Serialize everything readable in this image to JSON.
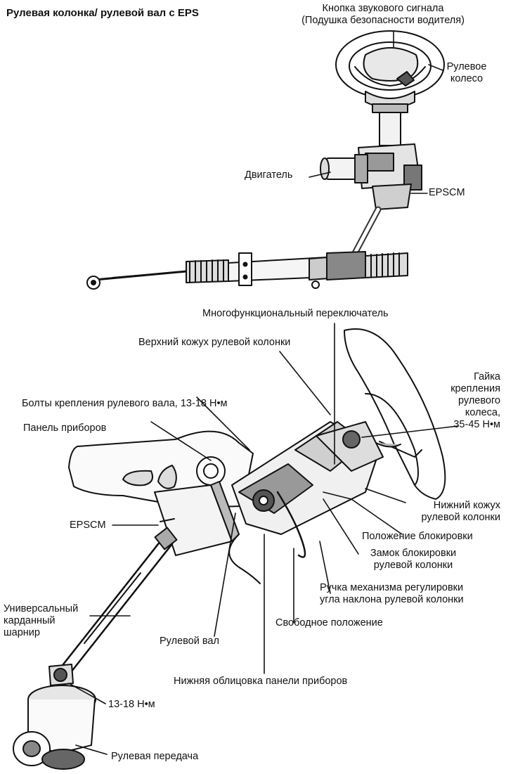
{
  "title": "Рулевая колонка/ рулевой вал с EPS",
  "upper": {
    "horn_button": [
      "Кнопка звукового сигнала",
      "(Подушка безопасности водителя)"
    ],
    "steering_wheel": [
      "Рулевое",
      "колесо"
    ],
    "motor": "Двигатель",
    "epscm": "EPSCM"
  },
  "lower": {
    "multifunction_switch": "Многофункциональный переключатель",
    "upper_cover": "Верхний кожух рулевой колонки",
    "wheel_nut": [
      "Гайка",
      "крепления",
      "рулевого",
      "колеса,",
      "35-45 Н•м"
    ],
    "shaft_bolts": "Болты крепления рулевого вала, 13-18 Н•м",
    "instrument_panel": "Панель приборов",
    "epscm": "EPSCM",
    "lower_cover": [
      "Нижний кожух",
      "рулевой колонки"
    ],
    "lock_position": "Положение блокировки",
    "column_lock": [
      "Замок блокировки",
      "рулевой колонки"
    ],
    "tilt_lever": [
      "Ручка механизма регулировки",
      "угла наклона рулевой колонки"
    ],
    "free_position": "Свободное положение",
    "universal_joint": [
      "Универсальный",
      "карданный",
      "шарнир"
    ],
    "steering_shaft": "Рулевой вал",
    "lower_trim": "Нижняя облицовка панели приборов",
    "torque_joint": "13-18 Н•м",
    "steering_gear": "Рулевая передача"
  }
}
